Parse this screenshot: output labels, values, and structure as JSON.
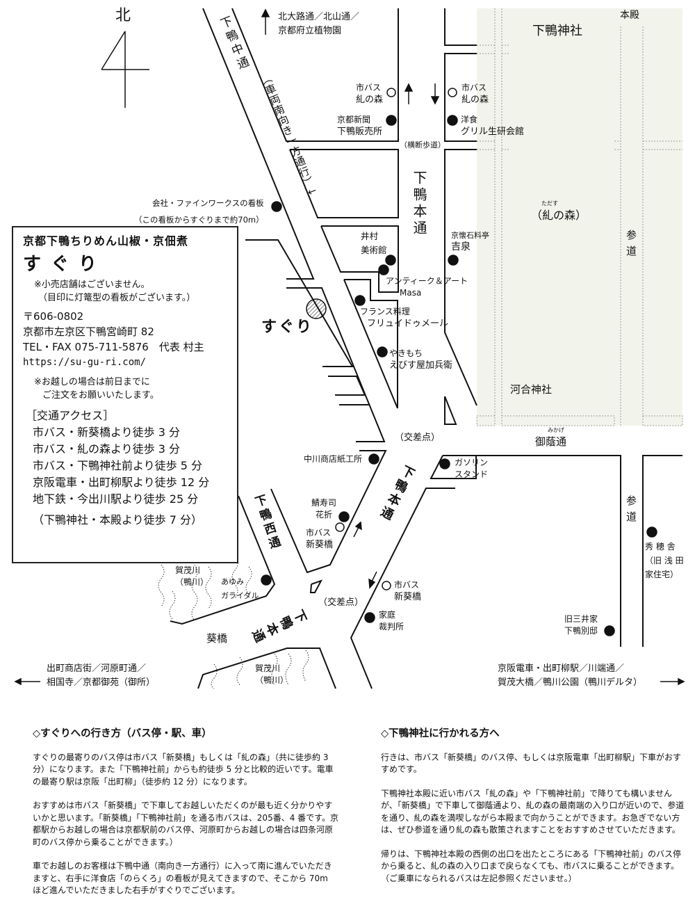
{
  "compass": {
    "north_label": "北"
  },
  "header_dest": {
    "lines": [
      "北大路通／北山通／",
      "京都府立植物園"
    ]
  },
  "roads": {
    "shimogamo_naka": "下鴨中通",
    "shimogamo_naka_note": "（車両南向き一方通行）↓",
    "shimogamo_hon_upper": "下鴨本通",
    "shimogamo_hon_middle": "下鴨本通",
    "shimogamo_hon_lower": "下鴨本通",
    "shimogamo_nishi": "下鴨西通",
    "mikage": "御蔭通",
    "mikage_ruby": "みかげ",
    "sando_upper": "参道",
    "sando_lower": "参道",
    "crosswalk": "（横断歩道）",
    "intersection_upper": "（交差点）",
    "intersection_lower": "（交差点）",
    "aoi_bridge": "葵橋"
  },
  "shrine": {
    "name": "下鴨神社",
    "honden": "本殿",
    "forest": "（糺の森）",
    "forest_ruby": "ただす",
    "kawai": "河合神社"
  },
  "landmarks": [
    {
      "lines": [
        "市バス",
        "糺の森"
      ],
      "type": "bus-stop"
    },
    {
      "lines": [
        "市バス",
        "糺の森"
      ],
      "type": "bus-stop"
    },
    {
      "lines": [
        "京都新聞",
        "下鴨販売所"
      ],
      "type": "place"
    },
    {
      "lines": [
        "洋食",
        "グリル生研会館"
      ],
      "type": "place"
    },
    {
      "lines": [
        "会社・ファインワークスの看板",
        "（この看板からすぐりまで約70m）"
      ],
      "type": "place"
    },
    {
      "lines": [
        "井村",
        "美術館"
      ],
      "type": "place"
    },
    {
      "lines": [
        "京懐石料亭",
        "吉泉"
      ],
      "type": "place"
    },
    {
      "lines": [
        "アンティーク＆アート",
        "Masa"
      ],
      "type": "place"
    },
    {
      "lines": [
        "フランス料理",
        "フリュイドゥメール"
      ],
      "type": "place"
    },
    {
      "lines": [
        "やきもち",
        "えびす屋加兵衛"
      ],
      "type": "place"
    },
    {
      "lines": [
        "中川商店紙工所"
      ],
      "type": "place"
    },
    {
      "lines": [
        "ガソリン",
        "スタンド"
      ],
      "type": "place"
    },
    {
      "lines": [
        "鯖寿司",
        "花折"
      ],
      "type": "place"
    },
    {
      "lines": [
        "市バス",
        "新葵橋"
      ],
      "type": "bus-stop"
    },
    {
      "lines": [
        "秀 穂 舎",
        "（旧 浅 田",
        "家住宅）"
      ],
      "type": "place"
    },
    {
      "lines": [
        "あゆみ",
        "ガライダル"
      ],
      "type": "place"
    },
    {
      "lines": [
        "市バス",
        "新葵橋"
      ],
      "type": "bus-stop"
    },
    {
      "lines": [
        "家庭",
        "裁判所"
      ],
      "type": "place"
    },
    {
      "lines": [
        "旧三井家",
        "下鴨別邸"
      ],
      "type": "place"
    }
  ],
  "rivers": [
    {
      "lines": [
        "賀茂川",
        "（鴨川）"
      ]
    },
    {
      "lines": [
        "賀茂川",
        "（鴨川）"
      ]
    }
  ],
  "shop": {
    "label": "すぐり"
  },
  "directions": {
    "west": [
      "出町商店街／河原町通／",
      "相国寺／京都御苑（御所）"
    ],
    "east": [
      "京阪電車・出町柳駅／川端通／",
      "賀茂大橋／鴨川公園（鴨川デルタ）"
    ]
  },
  "info": {
    "tagline": "京都下鴨ちりめん山椒・京佃煮",
    "name": "すぐり",
    "notes1": [
      "※小売店舗はございません。",
      "（目印に灯篭型の看板がございます。）"
    ],
    "postal": "〒606-0802",
    "address": "京都市左京区下鴨宮崎町 82",
    "tel": "TEL・FAX 075-711-5876　代表 村主",
    "url": "https://su-gu-ri.com/",
    "notes2": [
      "※お越しの場合は前日までに",
      "ご注文をお願いいたします。"
    ],
    "access_title": "［交通アクセス］",
    "access": [
      "市バス・新葵橋より徒歩 3 分",
      "市バス・糺の森より徒歩 3 分",
      "市バス・下鴨神社前より徒歩 5 分",
      "京阪電車・出町柳駅より徒歩 12 分",
      "地下鉄・今出川駅より徒歩 25 分"
    ],
    "shrine_walk": "（下鴨神社・本殿より徒歩 7 分）"
  },
  "sections": [
    {
      "title": "◇すぐりへの行き方（バス停・駅、車）",
      "paragraphs": [
        "すぐりの最寄りのバス停は市バス「新葵橋」もしくは「糺の森」（共に徒歩約 3 分）になります。また「下鴨神社前」からも約徒歩 5 分と比較的近いです。電車の最寄り駅は京阪「出町柳」（徒歩約 12 分）になります。",
        "おすすめは市バス「新葵橋」で下車してお越しいただくのが最も近く分かりやすいかと思います。「新葵橋」「下鴨神社前」を通る市バスは、205番、4 番です。京都駅からお越しの場合は京都駅前のバス停、河原町からお越しの場合は四条河原町のバス停から乗ることができます。）",
        "車でお越しのお客様は下鴨中通（南向き一方通行）に入って南に進んでいただきますと、右手に洋食店「のらくろ」の看板が見えてきますので、そこから 70m ほど進んでいただきました右手がすぐりでございます。"
      ]
    },
    {
      "title": "◇下鴨神社に行かれる方へ",
      "paragraphs": [
        "行きは、市バス「新葵橋」のバス停、もしくは京阪電車「出町柳駅」下車がおすすめです。",
        "下鴨神社本殿に近い市バス「糺の森」や「下鴨神社前」で降りても構いませんが、「新葵橋」で下車して御蔭通より、糺の森の最南端の入り口が近いので、参道を通り、糺の森を満喫しながら本殿まで向かうことができます。お急ぎでない方は、ぜひ参道を通り糺の森も散策されますことをおすすめさせていただきます。",
        "帰りは、下鴨神社本殿の西側の出口を出たところにある「下鴨神社前」のバス停から乗ると、糺の森の入り口まで戻らなくても、市バスに乗ることができます。（ご乗車になられるバスは左記参照くださいませ。）"
      ]
    }
  ],
  "colors": {
    "forest_fill": "#f2f4ec",
    "line": "#111111"
  }
}
